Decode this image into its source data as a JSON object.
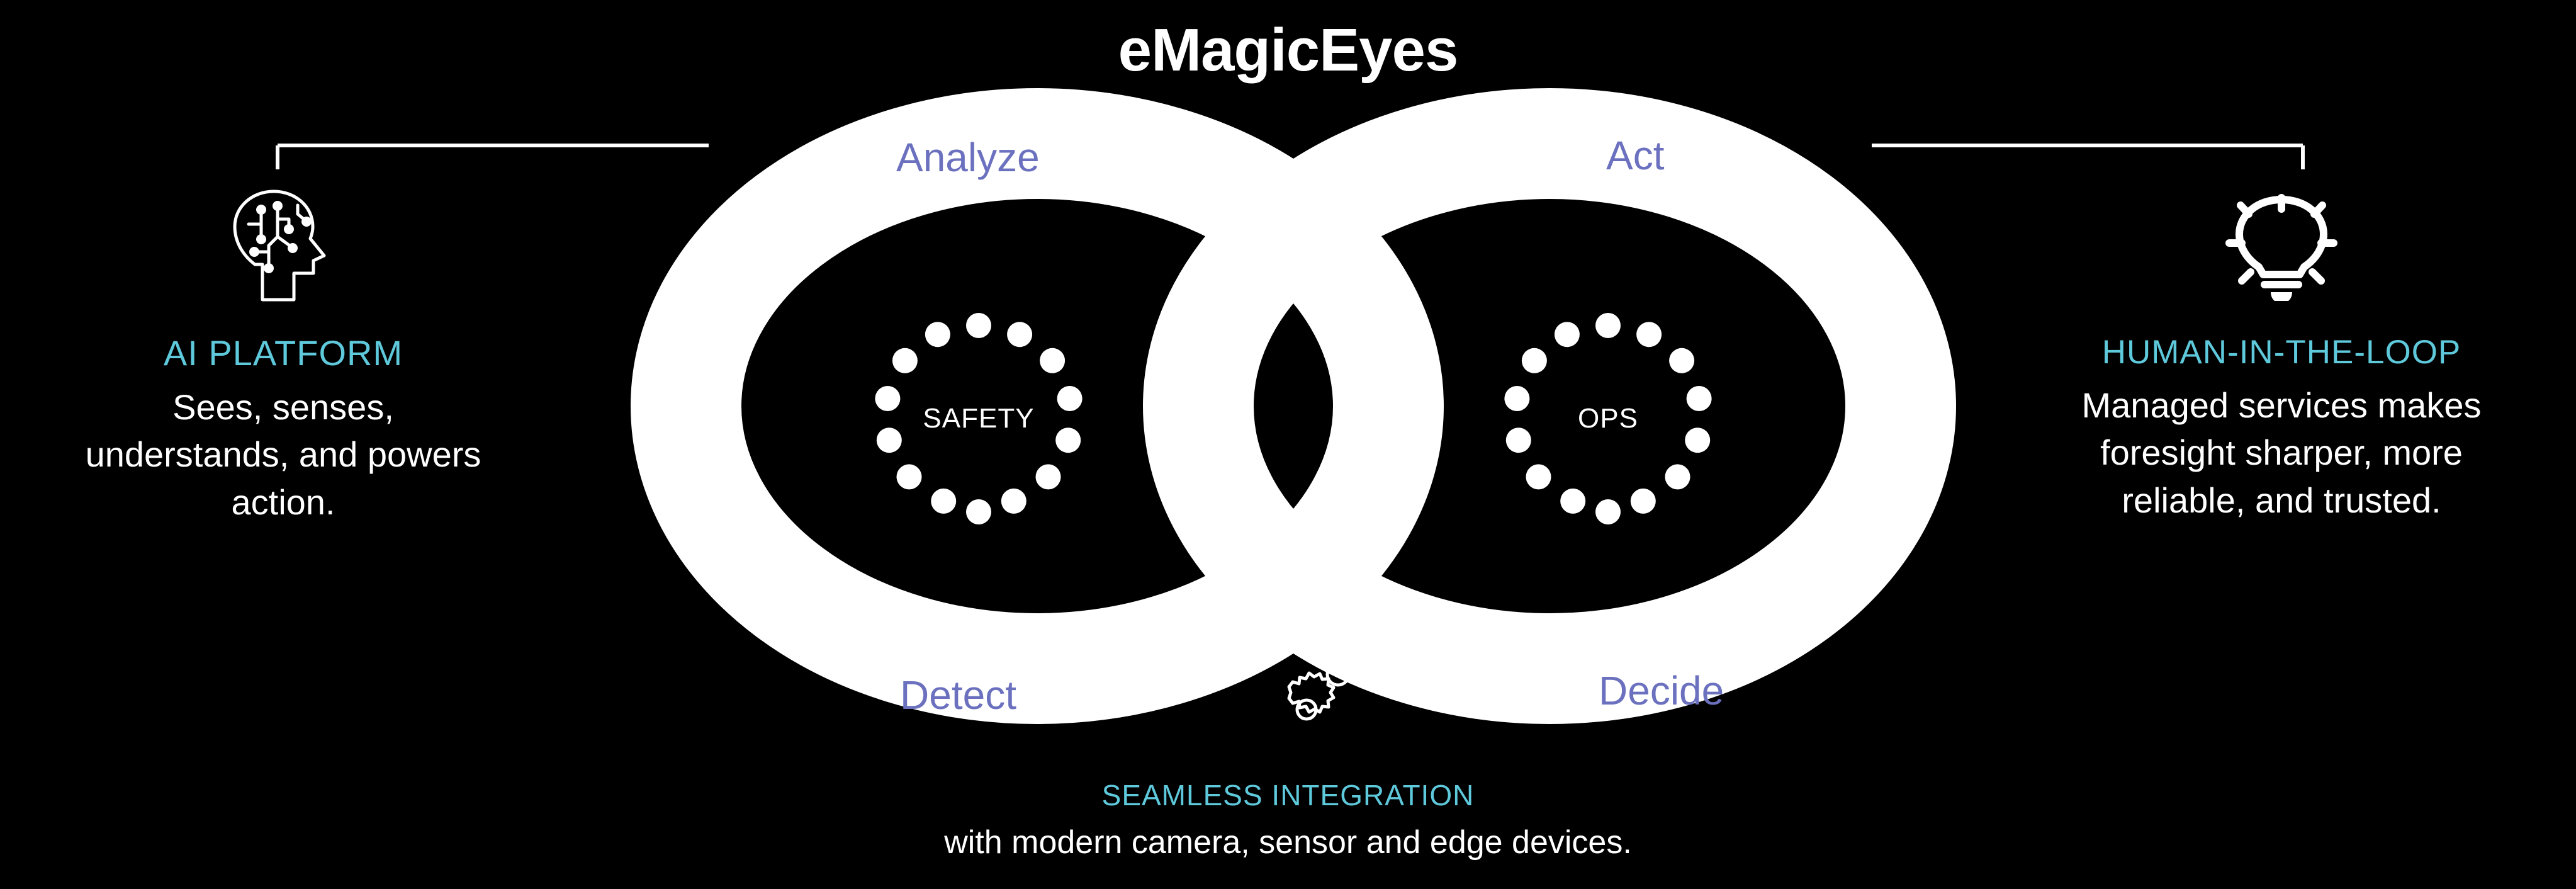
{
  "title": "eMagicEyes",
  "colors": {
    "background": "#000000",
    "accent_cyan": "#5FC9DC",
    "loop_purple": "#6B71BE",
    "loop_band": "#FFFFFF",
    "body_text": "#FFFFFF"
  },
  "loop": {
    "stages": [
      {
        "id": "analyze",
        "label": "Analyze"
      },
      {
        "id": "act",
        "label": "Act"
      },
      {
        "id": "detect",
        "label": "Detect"
      },
      {
        "id": "decide",
        "label": "Decide"
      }
    ],
    "cores": [
      {
        "id": "safety",
        "label": "SAFETY",
        "dot_count": 14
      },
      {
        "id": "ops",
        "label": "OPS",
        "dot_count": 14
      }
    ],
    "center_icon": "gears-icon"
  },
  "panels": {
    "left": {
      "icon": "ai-head-circuit-icon",
      "heading": "AI PLATFORM",
      "body": "Sees, senses, understands, and powers action."
    },
    "right": {
      "icon": "lightbulb-idea-icon",
      "heading": "HUMAN-IN-THE-LOOP",
      "body": "Managed services makes foresight sharper, more reliable, and trusted."
    }
  },
  "caption": {
    "heading": "SEAMLESS INTEGRATION",
    "body": "with modern camera, sensor and edge devices."
  }
}
